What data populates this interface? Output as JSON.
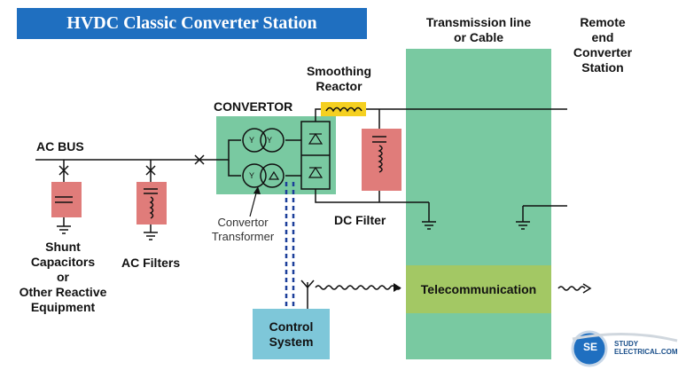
{
  "title": "HVDC Classic Converter Station",
  "labels": {
    "transmission_line_1": "Transmission line",
    "transmission_line_2": "or Cable",
    "remote_1": "Remote",
    "remote_2": "end",
    "remote_3": "Converter",
    "remote_4": "Station",
    "smoothing_1": "Smoothing",
    "smoothing_2": "Reactor",
    "convertor": "CONVERTOR",
    "ac_bus": "AC BUS",
    "convertor_transformer_1": "Convertor",
    "convertor_transformer_2": "Transformer",
    "dc_filter": "DC Filter",
    "shunt_1": "Shunt",
    "shunt_2": "Capacitors",
    "shunt_3": "or",
    "shunt_4": "Other Reactive",
    "shunt_5": "Equipment",
    "ac_filters": "AC Filters",
    "telecommunication": "Telecommunication",
    "control_1": "Control",
    "control_2": "System"
  },
  "logo": {
    "mark": "SE",
    "line1": "STUDY",
    "line2": "ELECTRICAL.COM"
  },
  "colors": {
    "banner": "#1f6fc0",
    "green_block": "#79c9a1",
    "telecom_band": "#a3c864",
    "red_component": "#e07c7a",
    "control_box": "#7ec7d9",
    "wire": "#111111",
    "dashed_blue": "#1c3f9a"
  }
}
